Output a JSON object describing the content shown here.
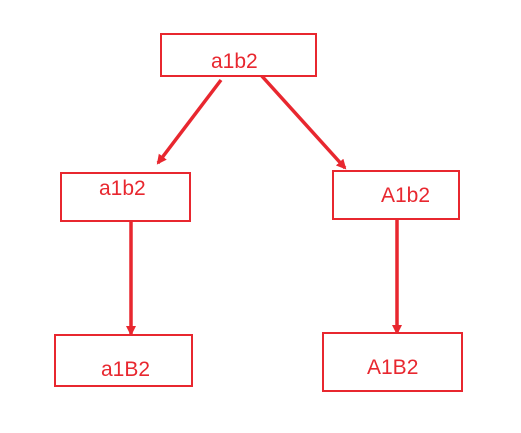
{
  "colors": {
    "stroke": "#e8272f",
    "text": "#e8272f",
    "background": "#ffffff"
  },
  "nodes": {
    "root": {
      "label": "a1b2"
    },
    "left": {
      "label": "a1b2"
    },
    "right": {
      "label": "A1b2"
    },
    "left_child": {
      "label": "a1B2"
    },
    "right_child": {
      "label": "A1B2"
    }
  },
  "edges": [
    {
      "from": "root",
      "to": "left"
    },
    {
      "from": "root",
      "to": "right"
    },
    {
      "from": "left",
      "to": "left_child"
    },
    {
      "from": "right",
      "to": "right_child"
    }
  ]
}
